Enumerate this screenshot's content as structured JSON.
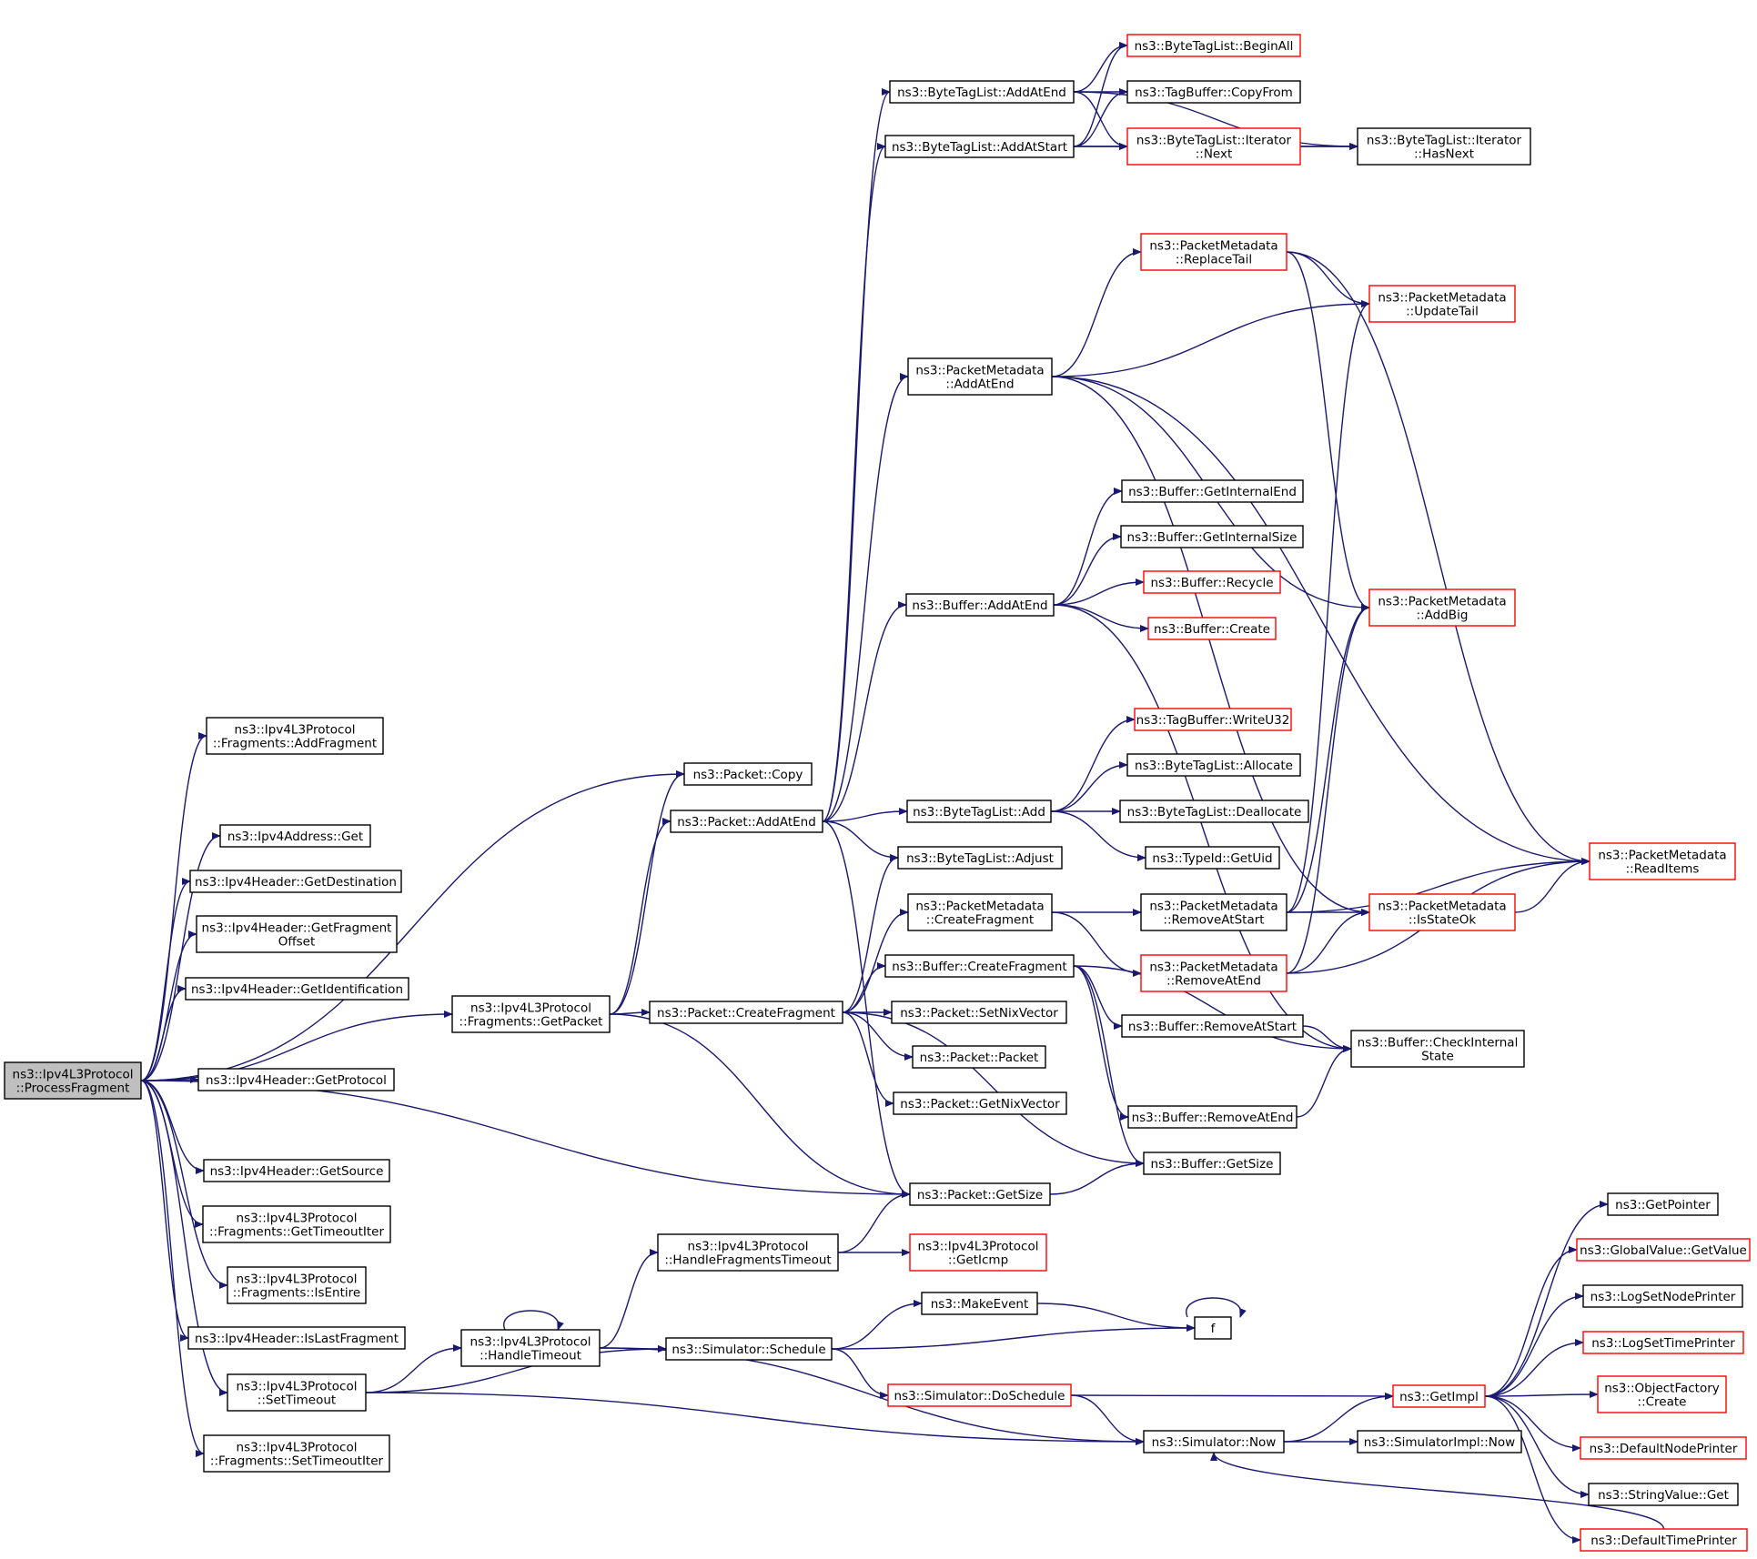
{
  "colors": {
    "edge": "#191970",
    "normal_border": "#000000",
    "truncated_border": "#ff0000",
    "root_fill": "#bfbfbf",
    "node_fill": "#ffffff"
  },
  "nodes": [
    {
      "id": "root",
      "lines": [
        "ns3::Ipv4L3Protocol",
        "::ProcessFragment"
      ],
      "style": "root"
    },
    {
      "id": "addFragment",
      "lines": [
        "ns3::Ipv4L3Protocol",
        "::Fragments::AddFragment"
      ],
      "style": "normal"
    },
    {
      "id": "pktCopy",
      "lines": [
        "ns3::Packet::Copy"
      ],
      "style": "normal"
    },
    {
      "id": "ipv4AddrGet",
      "lines": [
        "ns3::Ipv4Address::Get"
      ],
      "style": "normal"
    },
    {
      "id": "getDest",
      "lines": [
        "ns3::Ipv4Header::GetDestination"
      ],
      "style": "normal"
    },
    {
      "id": "getFragOffset",
      "lines": [
        "ns3::Ipv4Header::GetFragment",
        "Offset"
      ],
      "style": "normal"
    },
    {
      "id": "getIdent",
      "lines": [
        "ns3::Ipv4Header::GetIdentification"
      ],
      "style": "normal"
    },
    {
      "id": "getPacketFrag",
      "lines": [
        "ns3::Ipv4L3Protocol",
        "::Fragments::GetPacket"
      ],
      "style": "normal"
    },
    {
      "id": "getProtocol",
      "lines": [
        "ns3::Ipv4Header::GetProtocol"
      ],
      "style": "normal"
    },
    {
      "id": "getSource",
      "lines": [
        "ns3::Ipv4Header::GetSource"
      ],
      "style": "normal"
    },
    {
      "id": "getTimeoutIter",
      "lines": [
        "ns3::Ipv4L3Protocol",
        "::Fragments::GetTimeoutIter"
      ],
      "style": "normal"
    },
    {
      "id": "isEntire",
      "lines": [
        "ns3::Ipv4L3Protocol",
        "::Fragments::IsEntire"
      ],
      "style": "normal"
    },
    {
      "id": "isLastFrag",
      "lines": [
        "ns3::Ipv4Header::IsLastFragment"
      ],
      "style": "normal"
    },
    {
      "id": "setTimeout",
      "lines": [
        "ns3::Ipv4L3Protocol",
        "::SetTimeout"
      ],
      "style": "normal"
    },
    {
      "id": "setTimeoutIter",
      "lines": [
        "ns3::Ipv4L3Protocol",
        "::Fragments::SetTimeoutIter"
      ],
      "style": "normal"
    },
    {
      "id": "pktAddAtEnd",
      "lines": [
        "ns3::Packet::AddAtEnd"
      ],
      "style": "normal"
    },
    {
      "id": "pktCreateFrag",
      "lines": [
        "ns3::Packet::CreateFragment"
      ],
      "style": "normal"
    },
    {
      "id": "handleFragTimeout",
      "lines": [
        "ns3::Ipv4L3Protocol",
        "::HandleFragmentsTimeout"
      ],
      "style": "normal"
    },
    {
      "id": "handleTimeout",
      "lines": [
        "ns3::Ipv4L3Protocol",
        "::HandleTimeout"
      ],
      "style": "normal"
    },
    {
      "id": "simSchedule",
      "lines": [
        "ns3::Simulator::Schedule"
      ],
      "style": "normal"
    },
    {
      "id": "btlAddAtEnd",
      "lines": [
        "ns3::ByteTagList::AddAtEnd"
      ],
      "style": "normal"
    },
    {
      "id": "btlAddAtStart",
      "lines": [
        "ns3::ByteTagList::AddAtStart"
      ],
      "style": "normal"
    },
    {
      "id": "pmAddAtEnd",
      "lines": [
        "ns3::PacketMetadata",
        "::AddAtEnd"
      ],
      "style": "normal"
    },
    {
      "id": "bufAddAtEnd",
      "lines": [
        "ns3::Buffer::AddAtEnd"
      ],
      "style": "normal"
    },
    {
      "id": "btlAdd",
      "lines": [
        "ns3::ByteTagList::Add"
      ],
      "style": "normal"
    },
    {
      "id": "btlAdjust",
      "lines": [
        "ns3::ByteTagList::Adjust"
      ],
      "style": "normal"
    },
    {
      "id": "pmCreateFrag",
      "lines": [
        "ns3::PacketMetadata",
        "::CreateFragment"
      ],
      "style": "normal"
    },
    {
      "id": "bufCreateFrag",
      "lines": [
        "ns3::Buffer::CreateFragment"
      ],
      "style": "normal"
    },
    {
      "id": "pktSetNix",
      "lines": [
        "ns3::Packet::SetNixVector"
      ],
      "style": "normal"
    },
    {
      "id": "pktPacket",
      "lines": [
        "ns3::Packet::Packet"
      ],
      "style": "normal"
    },
    {
      "id": "pktGetNix",
      "lines": [
        "ns3::Packet::GetNixVector"
      ],
      "style": "normal"
    },
    {
      "id": "pktGetSize",
      "lines": [
        "ns3::Packet::GetSize"
      ],
      "style": "normal"
    },
    {
      "id": "getIcmp",
      "lines": [
        "ns3::Ipv4L3Protocol",
        "::GetIcmp"
      ],
      "style": "red"
    },
    {
      "id": "makeEvent",
      "lines": [
        "ns3::MakeEvent"
      ],
      "style": "normal"
    },
    {
      "id": "doSchedule",
      "lines": [
        "ns3::Simulator::DoSchedule"
      ],
      "style": "red"
    },
    {
      "id": "btlBeginAll",
      "lines": [
        "ns3::ByteTagList::BeginAll"
      ],
      "style": "red"
    },
    {
      "id": "tbCopyFrom",
      "lines": [
        "ns3::TagBuffer::CopyFrom"
      ],
      "style": "normal"
    },
    {
      "id": "btlIterNext",
      "lines": [
        "ns3::ByteTagList::Iterator",
        "::Next"
      ],
      "style": "red"
    },
    {
      "id": "pmReplaceTail",
      "lines": [
        "ns3::PacketMetadata",
        "::ReplaceTail"
      ],
      "style": "red"
    },
    {
      "id": "bufGetIntEnd",
      "lines": [
        "ns3::Buffer::GetInternalEnd"
      ],
      "style": "normal"
    },
    {
      "id": "bufGetIntSize",
      "lines": [
        "ns3::Buffer::GetInternalSize"
      ],
      "style": "normal"
    },
    {
      "id": "bufRecycle",
      "lines": [
        "ns3::Buffer::Recycle"
      ],
      "style": "red"
    },
    {
      "id": "bufCreate",
      "lines": [
        "ns3::Buffer::Create"
      ],
      "style": "red"
    },
    {
      "id": "tbWriteU32",
      "lines": [
        "ns3::TagBuffer::WriteU32"
      ],
      "style": "red"
    },
    {
      "id": "btlAllocate",
      "lines": [
        "ns3::ByteTagList::Allocate"
      ],
      "style": "normal"
    },
    {
      "id": "btlDeallocate",
      "lines": [
        "ns3::ByteTagList::Deallocate"
      ],
      "style": "normal"
    },
    {
      "id": "typeIdGetUid",
      "lines": [
        "ns3::TypeId::GetUid"
      ],
      "style": "normal"
    },
    {
      "id": "pmRemoveAtStart",
      "lines": [
        "ns3::PacketMetadata",
        "::RemoveAtStart"
      ],
      "style": "normal"
    },
    {
      "id": "pmRemoveAtEnd",
      "lines": [
        "ns3::PacketMetadata",
        "::RemoveAtEnd"
      ],
      "style": "red"
    },
    {
      "id": "bufRemoveAtStart",
      "lines": [
        "ns3::Buffer::RemoveAtStart"
      ],
      "style": "normal"
    },
    {
      "id": "bufRemoveAtEnd",
      "lines": [
        "ns3::Buffer::RemoveAtEnd"
      ],
      "style": "normal"
    },
    {
      "id": "bufGetSize",
      "lines": [
        "ns3::Buffer::GetSize"
      ],
      "style": "normal"
    },
    {
      "id": "fFunc",
      "lines": [
        "f"
      ],
      "style": "normal"
    },
    {
      "id": "simNow",
      "lines": [
        "ns3::Simulator::Now"
      ],
      "style": "normal"
    },
    {
      "id": "btlIterHasNext",
      "lines": [
        "ns3::ByteTagList::Iterator",
        "::HasNext"
      ],
      "style": "normal"
    },
    {
      "id": "pmUpdateTail",
      "lines": [
        "ns3::PacketMetadata",
        "::UpdateTail"
      ],
      "style": "red"
    },
    {
      "id": "pmAddBig",
      "lines": [
        "ns3::PacketMetadata",
        "::AddBig"
      ],
      "style": "red"
    },
    {
      "id": "pmIsStateOk",
      "lines": [
        "ns3::PacketMetadata",
        "::IsStateOk"
      ],
      "style": "red"
    },
    {
      "id": "bufCheckIntState",
      "lines": [
        "ns3::Buffer::CheckInternal",
        "State"
      ],
      "style": "normal"
    },
    {
      "id": "getImpl",
      "lines": [
        "ns3::GetImpl"
      ],
      "style": "red"
    },
    {
      "id": "simImplNow",
      "lines": [
        "ns3::SimulatorImpl::Now"
      ],
      "style": "normal"
    },
    {
      "id": "pmReadItems",
      "lines": [
        "ns3::PacketMetadata",
        "::ReadItems"
      ],
      "style": "red"
    },
    {
      "id": "getPointer",
      "lines": [
        "ns3::GetPointer"
      ],
      "style": "normal"
    },
    {
      "id": "gvGetValue",
      "lines": [
        "ns3::GlobalValue::GetValue"
      ],
      "style": "red"
    },
    {
      "id": "logSetNodePrinter",
      "lines": [
        "ns3::LogSetNodePrinter"
      ],
      "style": "normal"
    },
    {
      "id": "logSetTimePrinter",
      "lines": [
        "ns3::LogSetTimePrinter"
      ],
      "style": "red"
    },
    {
      "id": "ofCreate",
      "lines": [
        "ns3::ObjectFactory",
        "::Create"
      ],
      "style": "red"
    },
    {
      "id": "defNodePrinter",
      "lines": [
        "ns3::DefaultNodePrinter"
      ],
      "style": "red"
    },
    {
      "id": "strValGet",
      "lines": [
        "ns3::StringValue::Get"
      ],
      "style": "normal"
    },
    {
      "id": "defTimePrinter",
      "lines": [
        "ns3::DefaultTimePrinter"
      ],
      "style": "red"
    }
  ],
  "edges": [
    [
      "root",
      "addFragment"
    ],
    [
      "root",
      "pktCopy"
    ],
    [
      "root",
      "ipv4AddrGet"
    ],
    [
      "root",
      "getDest"
    ],
    [
      "root",
      "getFragOffset"
    ],
    [
      "root",
      "getIdent"
    ],
    [
      "root",
      "getPacketFrag"
    ],
    [
      "root",
      "getProtocol"
    ],
    [
      "root",
      "pktGetSize"
    ],
    [
      "root",
      "getSource"
    ],
    [
      "root",
      "getTimeoutIter"
    ],
    [
      "root",
      "isEntire"
    ],
    [
      "root",
      "isLastFrag"
    ],
    [
      "root",
      "setTimeout"
    ],
    [
      "root",
      "setTimeoutIter"
    ],
    [
      "getPacketFrag",
      "pktCopy"
    ],
    [
      "getPacketFrag",
      "pktAddAtEnd"
    ],
    [
      "getPacketFrag",
      "pktCreateFrag"
    ],
    [
      "getPacketFrag",
      "pktGetSize"
    ],
    [
      "pktAddAtEnd",
      "btlAddAtEnd"
    ],
    [
      "pktAddAtEnd",
      "btlAddAtStart"
    ],
    [
      "pktAddAtEnd",
      "pmAddAtEnd"
    ],
    [
      "pktAddAtEnd",
      "bufAddAtEnd"
    ],
    [
      "pktAddAtEnd",
      "btlAdd"
    ],
    [
      "pktAddAtEnd",
      "btlAdjust"
    ],
    [
      "pktAddAtEnd",
      "pktGetSize"
    ],
    [
      "pktCreateFrag",
      "btlAdjust"
    ],
    [
      "pktCreateFrag",
      "pmCreateFrag"
    ],
    [
      "pktCreateFrag",
      "bufCreateFrag"
    ],
    [
      "pktCreateFrag",
      "pktSetNix"
    ],
    [
      "pktCreateFrag",
      "pktPacket"
    ],
    [
      "pktCreateFrag",
      "pktGetNix"
    ],
    [
      "pktCreateFrag",
      "bufGetSize"
    ],
    [
      "btlAddAtEnd",
      "btlBeginAll"
    ],
    [
      "btlAddAtEnd",
      "tbCopyFrom"
    ],
    [
      "btlAddAtEnd",
      "btlIterNext"
    ],
    [
      "btlAddAtEnd",
      "btlIterHasNext"
    ],
    [
      "btlAddAtStart",
      "btlBeginAll"
    ],
    [
      "btlAddAtStart",
      "tbCopyFrom"
    ],
    [
      "btlAddAtStart",
      "btlIterNext"
    ],
    [
      "btlAddAtStart",
      "btlIterHasNext"
    ],
    [
      "btlIterNext",
      "btlIterHasNext"
    ],
    [
      "pmAddAtEnd",
      "pmReplaceTail"
    ],
    [
      "pmAddAtEnd",
      "pmUpdateTail"
    ],
    [
      "pmAddAtEnd",
      "pmAddBig"
    ],
    [
      "pmAddAtEnd",
      "pmIsStateOk"
    ],
    [
      "pmAddAtEnd",
      "pmReadItems"
    ],
    [
      "pmReplaceTail",
      "pmUpdateTail"
    ],
    [
      "pmReplaceTail",
      "pmAddBig"
    ],
    [
      "pmReplaceTail",
      "pmReadItems"
    ],
    [
      "bufAddAtEnd",
      "bufGetIntEnd"
    ],
    [
      "bufAddAtEnd",
      "bufGetIntSize"
    ],
    [
      "bufAddAtEnd",
      "bufRecycle"
    ],
    [
      "bufAddAtEnd",
      "bufCreate"
    ],
    [
      "bufAddAtEnd",
      "bufCheckIntState"
    ],
    [
      "btlAdd",
      "tbWriteU32"
    ],
    [
      "btlAdd",
      "btlAllocate"
    ],
    [
      "btlAdd",
      "btlDeallocate"
    ],
    [
      "btlAdd",
      "typeIdGetUid"
    ],
    [
      "pmCreateFrag",
      "pmRemoveAtStart"
    ],
    [
      "pmCreateFrag",
      "pmRemoveAtEnd"
    ],
    [
      "pmRemoveAtStart",
      "pmUpdateTail"
    ],
    [
      "pmRemoveAtStart",
      "pmAddBig"
    ],
    [
      "pmRemoveAtStart",
      "pmIsStateOk"
    ],
    [
      "pmRemoveAtStart",
      "pmReadItems"
    ],
    [
      "pmRemoveAtEnd",
      "pmAddBig"
    ],
    [
      "pmRemoveAtEnd",
      "pmIsStateOk"
    ],
    [
      "pmRemoveAtEnd",
      "pmReadItems"
    ],
    [
      "pmIsStateOk",
      "pmReadItems"
    ],
    [
      "bufCreateFrag",
      "bufRemoveAtStart"
    ],
    [
      "bufCreateFrag",
      "bufRemoveAtEnd"
    ],
    [
      "bufCreateFrag",
      "bufGetSize"
    ],
    [
      "bufCreateFrag",
      "bufCheckIntState"
    ],
    [
      "bufRemoveAtStart",
      "bufCheckIntState"
    ],
    [
      "bufRemoveAtEnd",
      "bufCheckIntState"
    ],
    [
      "pktGetSize",
      "bufGetSize"
    ],
    [
      "handleFragTimeout",
      "pktGetSize"
    ],
    [
      "handleFragTimeout",
      "getIcmp"
    ],
    [
      "setTimeout",
      "handleTimeout"
    ],
    [
      "setTimeout",
      "simSchedule"
    ],
    [
      "setTimeout",
      "simNow"
    ],
    [
      "handleTimeout",
      "handleTimeout"
    ],
    [
      "handleTimeout",
      "handleFragTimeout"
    ],
    [
      "handleTimeout",
      "simSchedule"
    ],
    [
      "handleTimeout",
      "simNow"
    ],
    [
      "simSchedule",
      "makeEvent"
    ],
    [
      "simSchedule",
      "fFunc"
    ],
    [
      "simSchedule",
      "doSchedule"
    ],
    [
      "makeEvent",
      "fFunc"
    ],
    [
      "fFunc",
      "fFunc"
    ],
    [
      "doSchedule",
      "getImpl"
    ],
    [
      "doSchedule",
      "simNow"
    ],
    [
      "simNow",
      "getImpl"
    ],
    [
      "simNow",
      "simImplNow"
    ],
    [
      "getImpl",
      "getPointer"
    ],
    [
      "getImpl",
      "gvGetValue"
    ],
    [
      "getImpl",
      "logSetNodePrinter"
    ],
    [
      "getImpl",
      "logSetTimePrinter"
    ],
    [
      "getImpl",
      "ofCreate"
    ],
    [
      "getImpl",
      "defNodePrinter"
    ],
    [
      "getImpl",
      "strValGet"
    ],
    [
      "getImpl",
      "defTimePrinter"
    ],
    [
      "defTimePrinter",
      "simNow"
    ]
  ]
}
